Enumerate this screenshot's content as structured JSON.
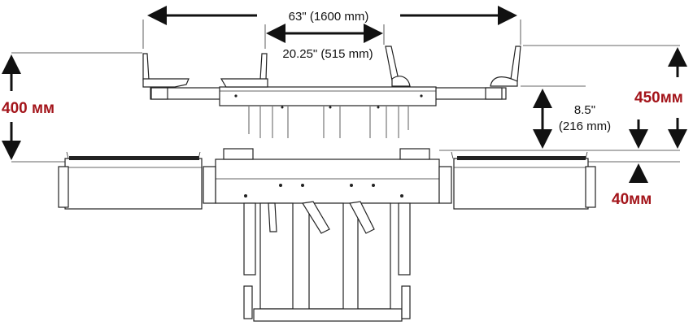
{
  "dimensions": {
    "overall_width": "63\" (1600 mm)",
    "inner_width": "20.25\" (515 mm)",
    "lift_height_line1": "8.5\"",
    "lift_height_line2": "(216 mm)",
    "left_height": "400 мм",
    "right_height": "450мм",
    "low_height": "40мм"
  },
  "colors": {
    "accent_red": "#a3141a",
    "line": "#111111"
  }
}
